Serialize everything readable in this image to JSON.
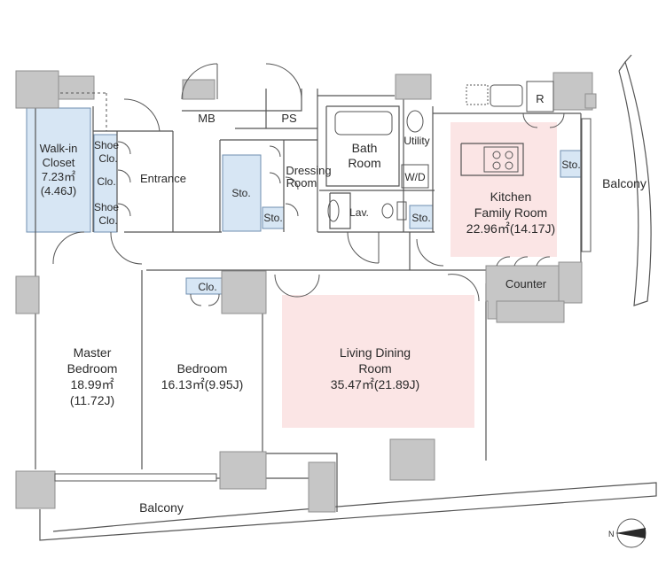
{
  "rooms": {
    "walkin_closet": {
      "name_l1": "Walk-in",
      "name_l2": "Closet",
      "area_m2": "7.23㎡",
      "area_j": "(4.46J)"
    },
    "shoe_clo_top": {
      "l1": "Shoe",
      "l2": "Clo."
    },
    "clo_left": "Clo.",
    "shoe_clo_bottom": {
      "l1": "Shoe",
      "l2": "Clo."
    },
    "entrance": "Entrance",
    "mb": "MB",
    "ps": "PS",
    "sto_hall": "Sto.",
    "sto_small": "Sto.",
    "dressing_room": {
      "l1": "Dressing",
      "l2": "Room"
    },
    "bath_room": {
      "l1": "Bath",
      "l2": "Room"
    },
    "utility": "Utility",
    "wd": "W/D",
    "lav": "Lav.",
    "sto_lav": "Sto.",
    "refrigerator": "R",
    "sto_kitchen": "Sto.",
    "kitchen": {
      "l1": "Kitchen",
      "l2": "Family Room",
      "area": "22.96㎡(14.17J)"
    },
    "balcony_right": "Balcony",
    "counter": "Counter",
    "clo_bedroom": "Clo.",
    "master_bedroom": {
      "l1": "Master",
      "l2": "Bedroom",
      "area_m2": "18.99㎡",
      "area_j": "(11.72J)"
    },
    "bedroom": {
      "l1": "Bedroom",
      "area": "16.13㎡(9.95J)"
    },
    "living_dining": {
      "l1": "Living Dining",
      "l2": "Room",
      "area": "35.47㎡(21.89J)"
    },
    "balcony_bottom": "Balcony"
  },
  "compass": {
    "label": "N"
  },
  "colors": {
    "wall": "#c6c6c6",
    "wall_edge": "#8f8f8f",
    "closet": "#d7e6f4",
    "closet_edge": "#6f8fb0",
    "highlight": "#fbe5e5",
    "line": "#555555"
  }
}
